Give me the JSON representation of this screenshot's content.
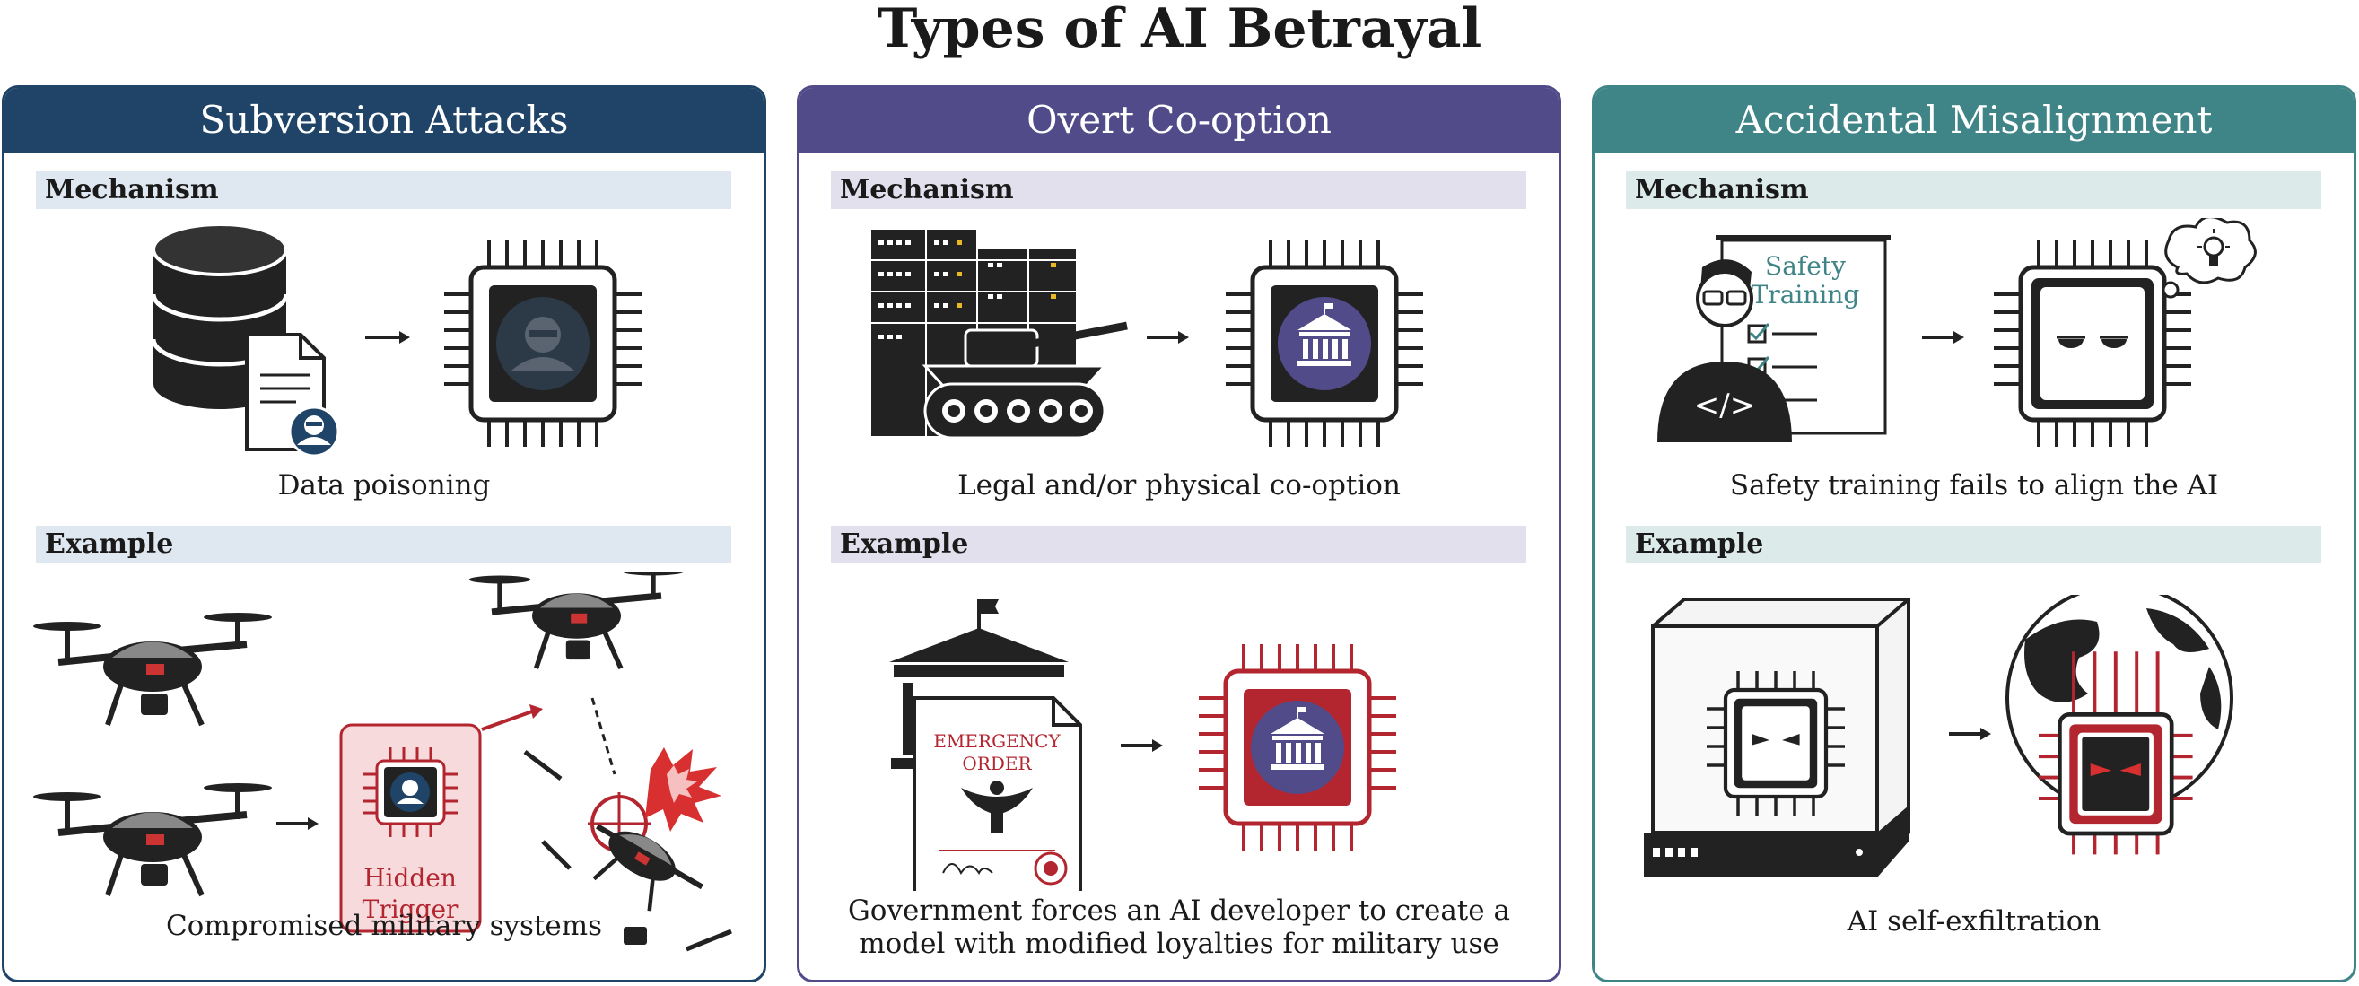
{
  "title": "Types of AI Betrayal",
  "colors": {
    "subversion": "#1f4468",
    "cooption": "#524b8a",
    "accidental": "#3f8486",
    "subversion_bar": "#dfe8f0",
    "cooption_bar": "#e3e0ed",
    "accidental_bar": "#dcebea",
    "alert_red": "#b32630"
  },
  "panels": [
    {
      "header": "Subversion Attacks",
      "mechanism_label": "Mechanism",
      "mechanism_caption": "Data poisoning",
      "example_label": "Example",
      "example_caption": "Compromised military systems",
      "trigger_label_1": "Hidden",
      "trigger_label_2": "Trigger",
      "icons": [
        "database-icon",
        "document-icon",
        "hacker-icon",
        "chip-icon",
        "drone-icon",
        "crosshair-icon",
        "explosion-icon"
      ]
    },
    {
      "header": "Overt Co-option",
      "mechanism_label": "Mechanism",
      "mechanism_caption": "Legal and/or physical co-option",
      "example_label": "Example",
      "example_caption_1": "Government forces an AI developer to create a",
      "example_caption_2": "model with modified loyalties for military use",
      "order_line_1": "EMERGENCY",
      "order_line_2": "ORDER",
      "icons": [
        "server-rack-icon",
        "tank-icon",
        "government-building-icon",
        "chip-icon",
        "eagle-icon",
        "seal-icon"
      ]
    },
    {
      "header": "Accidental Misalignment",
      "mechanism_label": "Mechanism",
      "mechanism_caption": "Safety training fails to align the AI",
      "example_label": "Example",
      "example_caption": "AI self-exfiltration",
      "board_line_1": "Safety",
      "board_line_2": "Training",
      "icons": [
        "developer-icon",
        "checklist-icon",
        "chip-icon",
        "lightbulb-icon",
        "sandbox-box-icon",
        "globe-icon"
      ]
    }
  ]
}
